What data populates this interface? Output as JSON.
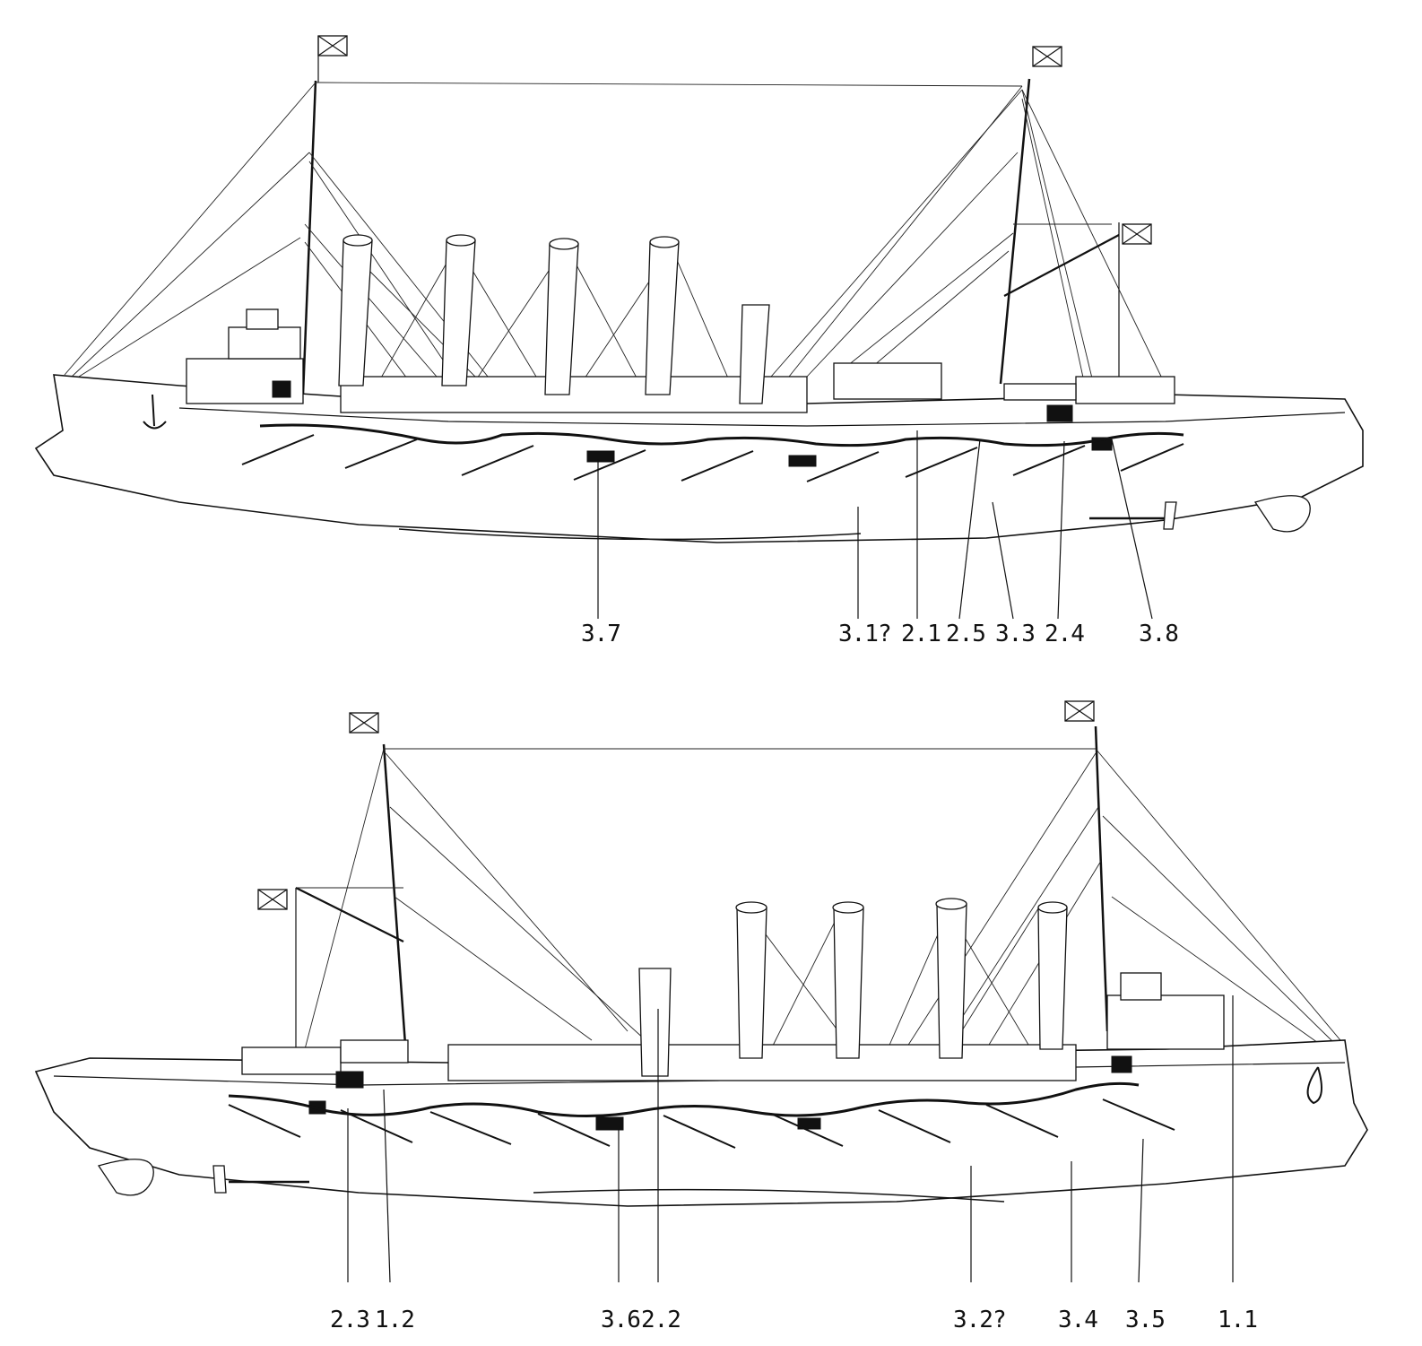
{
  "views": [
    {
      "id": "starboard",
      "callouts": [
        {
          "label": "3.7",
          "side": "x",
          "part": "armor-hatch-mid"
        },
        {
          "label": "3.1?",
          "side": "x",
          "part": "waterline-mark"
        },
        {
          "label": "2.1",
          "side": "x",
          "part": "deck-port-1"
        },
        {
          "label": "2.5",
          "side": "x",
          "part": "belt-round-1"
        },
        {
          "label": "3.3",
          "side": "x",
          "part": "hull-speckle"
        },
        {
          "label": "2.4",
          "side": "x",
          "part": "belt-round-2"
        },
        {
          "label": "3.8",
          "side": "x",
          "part": "stern-hatch"
        }
      ]
    },
    {
      "id": "port",
      "callouts": [
        {
          "label": "2.3",
          "side": "x",
          "part": "belt-round-bow"
        },
        {
          "label": "1.2",
          "side": "x",
          "part": "deck-line-bow"
        },
        {
          "label": "3.6",
          "side": "x",
          "part": "armor-hatch-mid"
        },
        {
          "label": "2.2",
          "side": "x",
          "part": "funnel-1"
        },
        {
          "label": "3.2?",
          "side": "x",
          "part": "waterline-mark"
        },
        {
          "label": "3.4",
          "side": "x",
          "part": "waterline-mark-2"
        },
        {
          "label": "3.5",
          "side": "x",
          "part": "hull-speckle"
        },
        {
          "label": "1.1",
          "side": "x",
          "part": "stern-superstructure"
        }
      ]
    }
  ]
}
